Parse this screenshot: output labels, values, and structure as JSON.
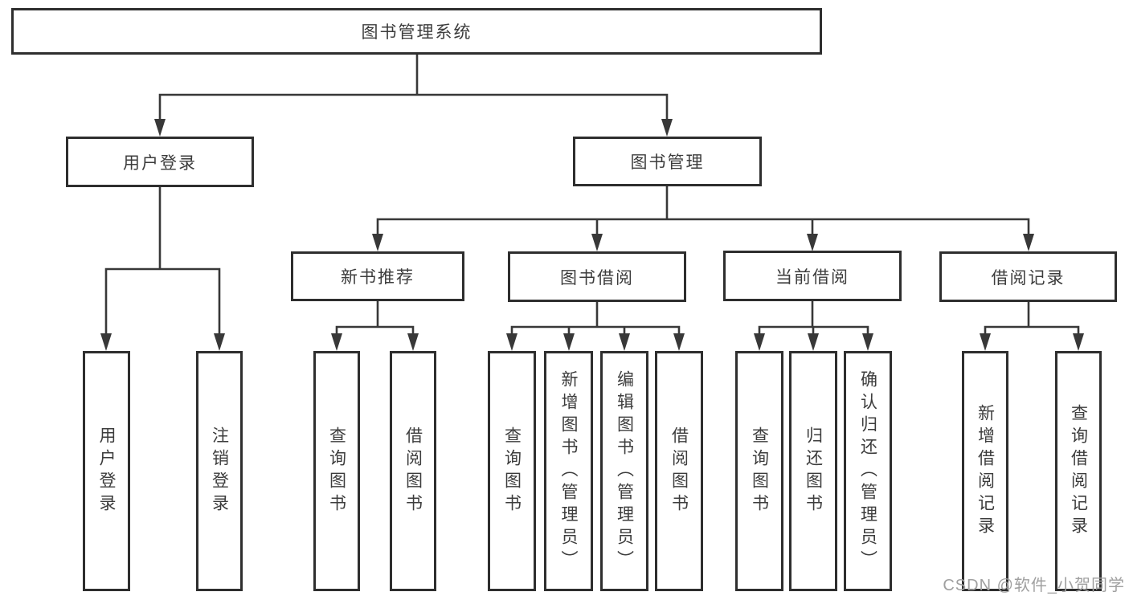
{
  "tree": {
    "root": {
      "label": "图书管理系统",
      "children": {
        "user_login": {
          "label": "用户登录",
          "children": {
            "login": {
              "label": "用户登录"
            },
            "logout": {
              "label": "注销登录"
            }
          }
        },
        "book_mgmt": {
          "label": "图书管理",
          "children": {
            "new_book": {
              "label": "新书推荐",
              "children": {
                "query_books": {
                  "label": "查询图书"
                },
                "borrow_books": {
                  "label": "借阅图书"
                }
              }
            },
            "book_borrow": {
              "label": "图书借阅",
              "children": {
                "query_books": {
                  "label": "查询图书"
                },
                "add_books_admin": {
                  "label": "新增图书（管理员）"
                },
                "edit_books_admin": {
                  "label": "编辑图书（管理员）"
                },
                "borrow_books": {
                  "label": "借阅图书"
                }
              }
            },
            "current_borrow": {
              "label": "当前借阅",
              "children": {
                "query_books": {
                  "label": "查询图书"
                },
                "return_books": {
                  "label": "归还图书"
                },
                "confirm_return_admin": {
                  "label": "确认归还（管理员）"
                }
              }
            },
            "borrow_record": {
              "label": "借阅记录",
              "children": {
                "add_record": {
                  "label": "新增借阅记录"
                },
                "query_record": {
                  "label": "查询借阅记录"
                }
              }
            }
          }
        }
      }
    }
  },
  "watermark": {
    "text": "CSDN @软件_小贺同学"
  },
  "colors": {
    "background": "#ffffff",
    "box_border": "#2e2e2e",
    "connector_line": "#383838",
    "node_text": "#3c3c3c",
    "watermark_text": "#a0a0a0"
  }
}
